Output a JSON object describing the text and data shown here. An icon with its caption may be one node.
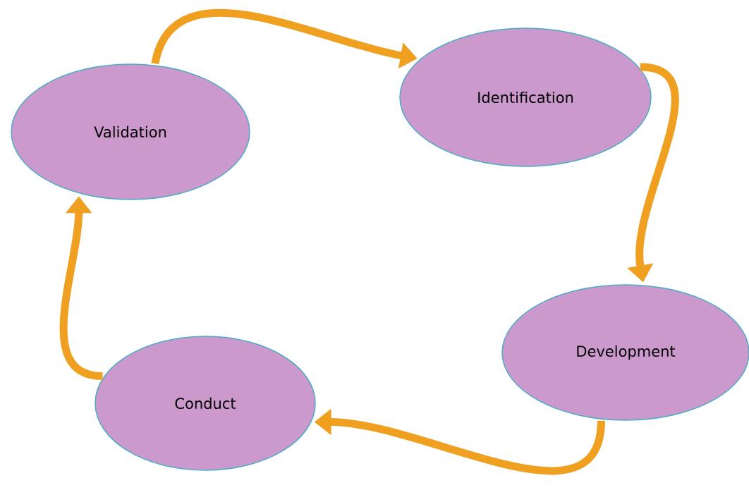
{
  "diagram": {
    "nodes": [
      {
        "text": [
          "Validation"
        ]
      },
      {
        "text": [
          "Identification"
        ]
      },
      {
        "text": [
          "Development"
        ]
      },
      {
        "text": [
          "Conduct"
        ]
      }
    ],
    "edges": [
      {
        "from": 0,
        "to": 1,
        "arrow": "to"
      },
      {
        "from": 1,
        "to": 2,
        "arrow": "to"
      },
      {
        "from": 2,
        "to": 3,
        "arrow": "to"
      },
      {
        "from": 3,
        "to": 0,
        "arrow": "to"
      }
    ]
  }
}
